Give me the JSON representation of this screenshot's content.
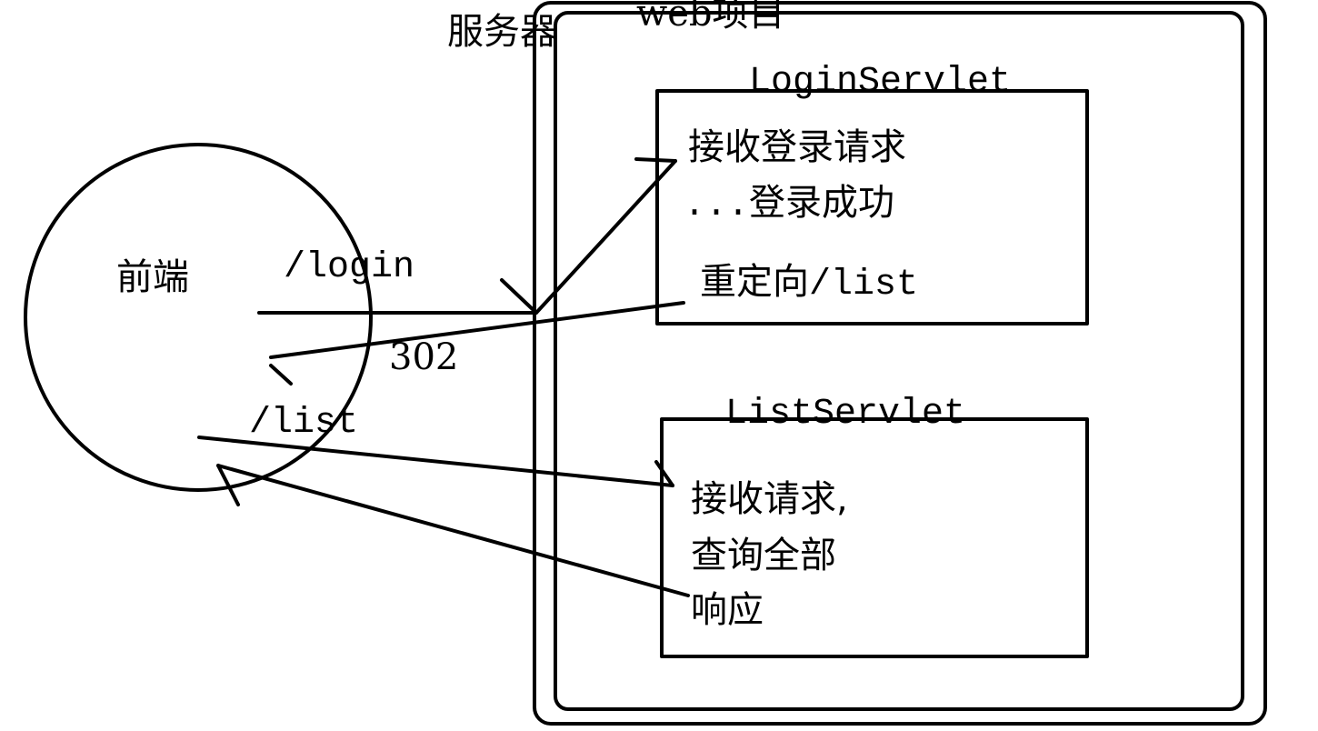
{
  "server": {
    "label": "服务器"
  },
  "webapp": {
    "label": "web项目"
  },
  "frontend": {
    "label": "前端"
  },
  "login_servlet": {
    "name": "LoginServlet",
    "lines": [
      "接收登录请求",
      "...登录成功",
      "重定向/list"
    ]
  },
  "list_servlet": {
    "name": "ListServlet",
    "lines": [
      "接收请求,",
      "查询全部",
      "响应"
    ]
  },
  "arrows": {
    "login_request": "/login",
    "redirect_status": "302",
    "list_request": "/list"
  },
  "colors": {
    "stroke": "#000000",
    "background": "#ffffff"
  }
}
